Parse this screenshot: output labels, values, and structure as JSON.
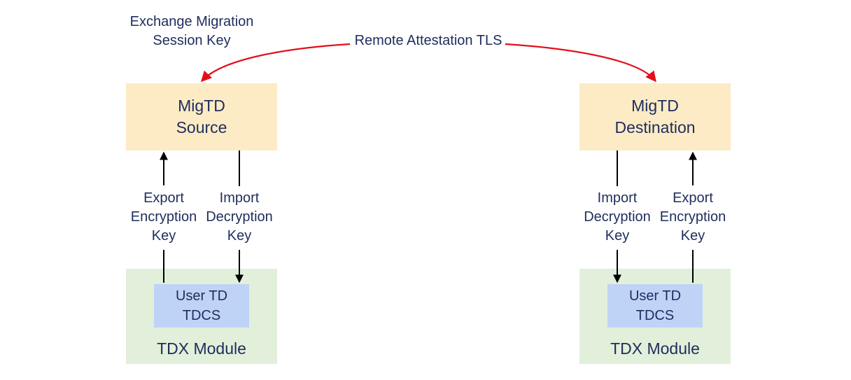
{
  "top_caption": {
    "line1": "Exchange Migration",
    "line2": "Session Key"
  },
  "tls_label": "Remote Attestation TLS",
  "source": {
    "migtd": {
      "line1": "MigTD",
      "line2": "Source"
    },
    "left_key": {
      "line1": "Export",
      "line2": "Encryption",
      "line3": "Key"
    },
    "right_key": {
      "line1": "Import",
      "line2": "Decryption",
      "line3": "Key"
    },
    "td": {
      "line1": "User TD",
      "line2": "TDCS"
    },
    "tdx": "TDX Module"
  },
  "destination": {
    "migtd": {
      "line1": "MigTD",
      "line2": "Destination"
    },
    "left_key": {
      "line1": "Import",
      "line2": "Decryption",
      "line3": "Key"
    },
    "right_key": {
      "line1": "Export",
      "line2": "Encryption",
      "line3": "Key"
    },
    "td": {
      "line1": "User TD",
      "line2": "TDCS"
    },
    "tdx": "TDX Module"
  },
  "colors": {
    "migtd_fill": "#fdebc5",
    "tdx_fill": "#e2efda",
    "td_fill": "#bfd3f7",
    "tls_arrow": "#e3101a",
    "key_arrow": "#000000",
    "text": "#1f2d5c"
  }
}
